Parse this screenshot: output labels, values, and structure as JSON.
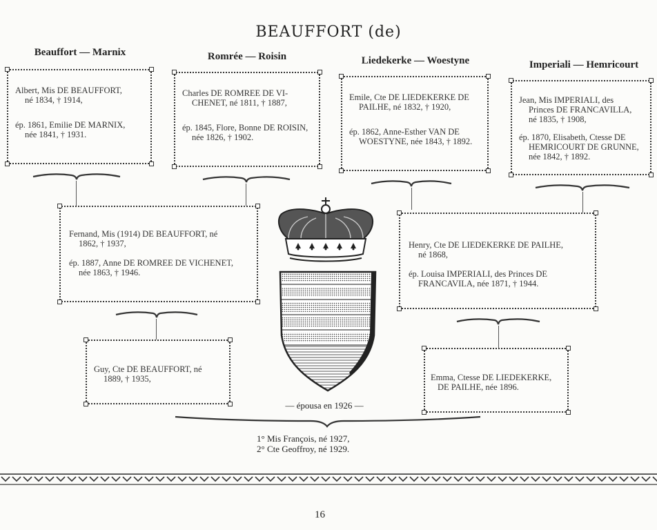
{
  "title": "BEAUFFORT (de)",
  "columns": [
    {
      "heading": "Beauffort — Marnix",
      "lines": [
        "Albert, Mis DE BEAUFFORT,",
        "né 1834, † 1914,",
        "ép. 1861, Emilie DE MARNIX,",
        "née 1841, † 1931."
      ]
    },
    {
      "heading": "Romrée — Roisin",
      "lines": [
        "Charles DE ROMREE DE VI-",
        "CHENET, né 1811, † 1887,",
        "ép. 1845, Flore, Bonne DE ROISIN,",
        "née 1826, † 1902."
      ]
    },
    {
      "heading": "Liedekerke — Woestyne",
      "lines": [
        "Emile, Cte DE LIEDEKERKE DE",
        "PAILHE, né 1832, † 1920,",
        "ép. 1862, Anne-Esther VAN DE",
        "WOESTYNE, née 1843, † 1892."
      ]
    },
    {
      "heading": "Imperiali — Hemricourt",
      "lines": [
        "Jean, Mis IMPERIALI, des",
        "Princes DE FRANCAVILLA,",
        "né 1835, † 1908,",
        "ép. 1870, Elisabeth, Ctesse DE",
        "HEMRICOURT DE GRUNNE,",
        "née 1842, † 1892."
      ]
    }
  ],
  "second_gen": [
    {
      "lines": [
        "Fernand, Mis (1914) DE BEAUFFORT, né",
        "1862, † 1937,",
        "ép. 1887, Anne DE ROMREE DE VICHENET,",
        "née 1863, † 1946."
      ]
    },
    {
      "lines": [
        "Henry, Cte DE LIEDEKERKE DE PAILHE,",
        "né 1868,",
        "ép. Louisa IMPERIALI, des Princes DE",
        "FRANCAVILA, née 1871, † 1944."
      ]
    }
  ],
  "third_gen": [
    {
      "lines": [
        "Guy, Cte DE BEAUFFORT, né",
        "1889, † 1935,"
      ]
    },
    {
      "lines": [
        "Emma, Ctesse DE LIEDEKERKE,",
        "DE PAILHE, née 1896."
      ]
    }
  ],
  "married": "— épousa en 1926 —",
  "children": [
    "1° Mis François, né 1927,",
    "2° Cte Geoffroy, né 1929."
  ],
  "page_number": "16"
}
